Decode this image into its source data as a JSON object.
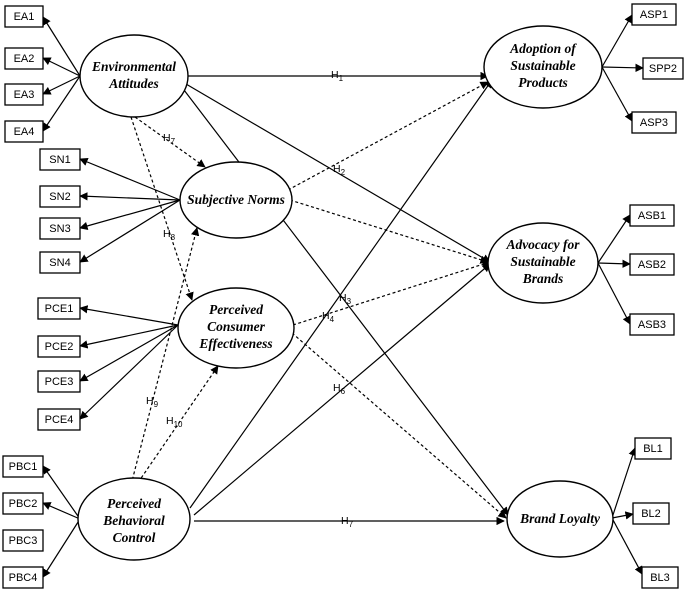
{
  "constructs": {
    "ea": [
      "Environmental",
      "Attitudes"
    ],
    "sn": [
      "Subjective Norms"
    ],
    "pce": [
      "Perceived",
      "Consumer",
      "Effectiveness"
    ],
    "pbc": [
      "Perceived",
      "Behavioral",
      "Control"
    ],
    "asp": [
      "Adoption of",
      "Sustainable",
      "Products"
    ],
    "asb": [
      "Advocacy for",
      "Sustainable",
      "Brands"
    ],
    "bl": [
      "Brand Loyalty"
    ]
  },
  "indicators": {
    "ea": [
      "EA1",
      "EA2",
      "EA3",
      "EA4"
    ],
    "sn": [
      "SN1",
      "SN2",
      "SN3",
      "SN4"
    ],
    "pce": [
      "PCE1",
      "PCE2",
      "PCE3",
      "PCE4"
    ],
    "pbc": [
      "PBC1",
      "PBC2",
      "PBC3",
      "PBC4"
    ],
    "asp": [
      "ASP1",
      "SPP2",
      "ASP3"
    ],
    "asb": [
      "ASB1",
      "ASB2",
      "ASB3"
    ],
    "bl": [
      "BL1",
      "BL2",
      "BL3"
    ]
  },
  "hypotheses": {
    "h1": {
      "base": "H",
      "sub": "1"
    },
    "h2": {
      "base": "H",
      "sub": "2"
    },
    "h3": {
      "base": "H",
      "sub": "3"
    },
    "h4": {
      "base": "H",
      "sub": "4"
    },
    "h6": {
      "base": "H",
      "sub": "6"
    },
    "h7a": {
      "base": "H",
      "sub": "7"
    },
    "h7b": {
      "base": "H",
      "sub": "7"
    },
    "h8": {
      "base": "H",
      "sub": "8"
    },
    "h9": {
      "base": "H",
      "sub": "9"
    },
    "h10": {
      "base": "H",
      "sub": "10"
    }
  },
  "colors": {
    "stroke": "#000000",
    "fill": "#ffffff"
  }
}
